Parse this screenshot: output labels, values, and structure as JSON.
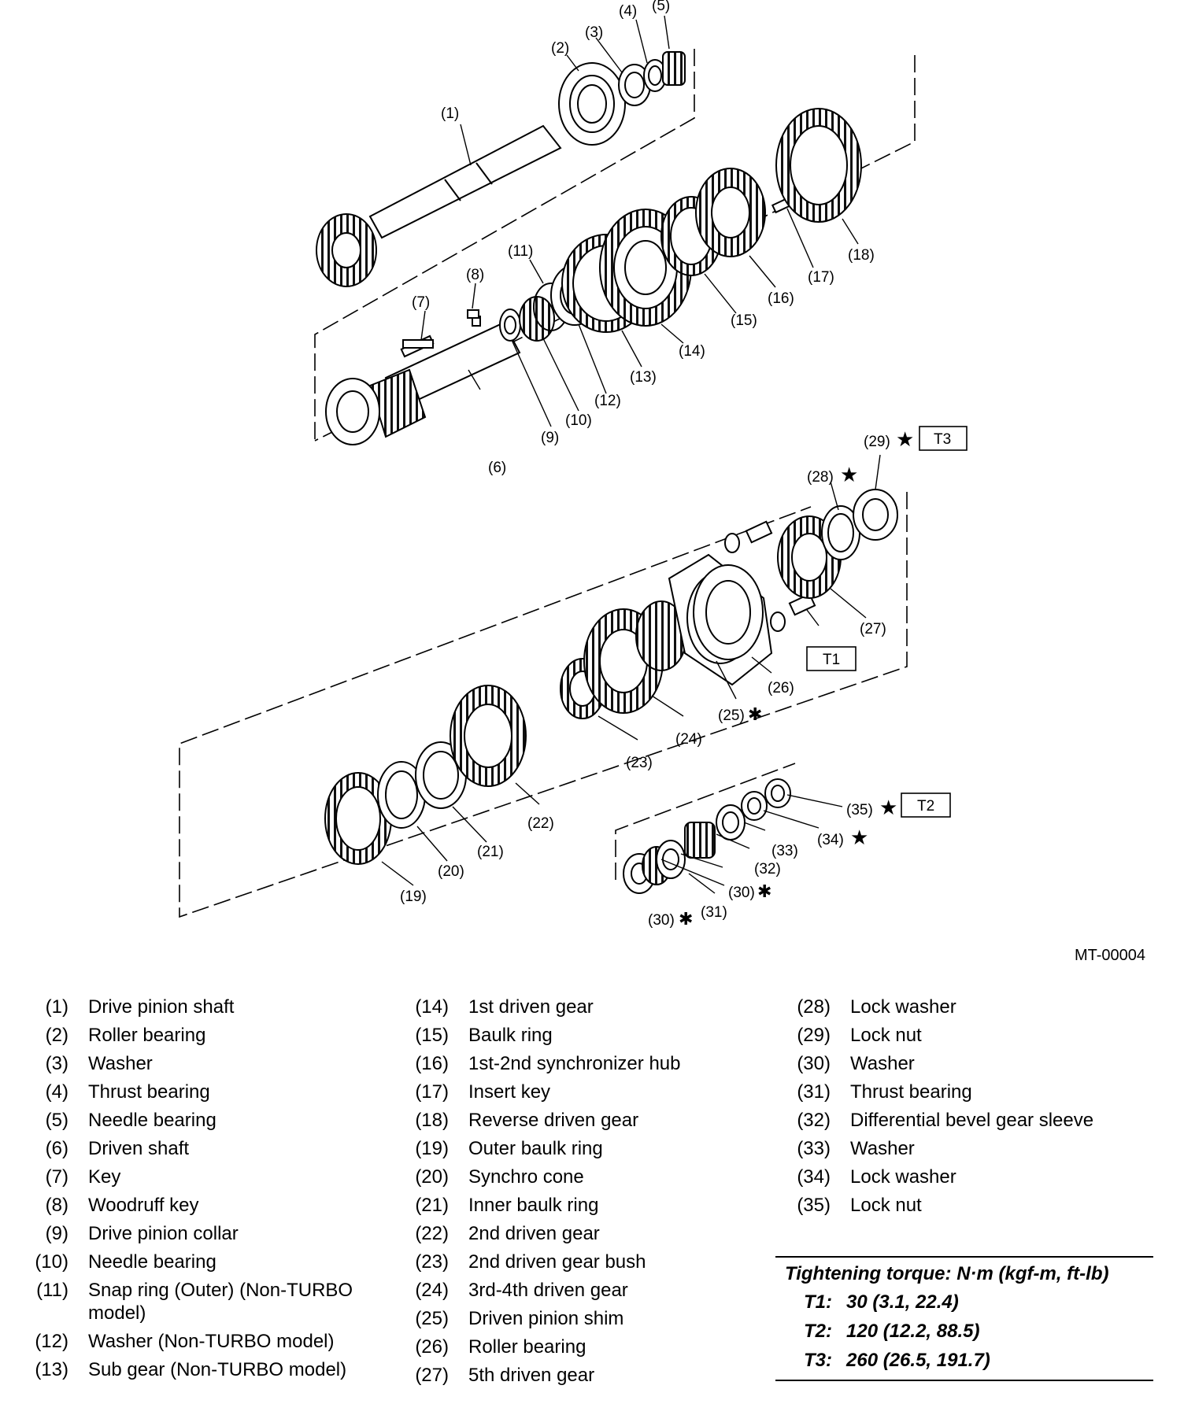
{
  "callouts": {
    "c1": "(1)",
    "c2": "(2)",
    "c3": "(3)",
    "c4": "(4)",
    "c5": "(5)",
    "c6": "(6)",
    "c7": "(7)",
    "c8": "(8)",
    "c9": "(9)",
    "c10": "(10)",
    "c11": "(11)",
    "c12": "(12)",
    "c13": "(13)",
    "c14": "(14)",
    "c15": "(15)",
    "c16": "(16)",
    "c17": "(17)",
    "c18": "(18)",
    "c19": "(19)",
    "c20": "(20)",
    "c21": "(21)",
    "c22": "(22)",
    "c23": "(23)",
    "c24": "(24)",
    "c25": "(25)",
    "c26": "(26)",
    "c27": "(27)",
    "c28": "(28)",
    "c29": "(29)",
    "c30a": "(30)",
    "c30b": "(30)",
    "c31": "(31)",
    "c32": "(32)",
    "c33": "(33)",
    "c34": "(34)",
    "c35": "(35)"
  },
  "torque_boxes": {
    "t1": "T1",
    "t2": "T2",
    "t3": "T3"
  },
  "diagram_code": "MT-00004",
  "parts": [
    {
      "num": "(1)",
      "name": "Drive pinion shaft"
    },
    {
      "num": "(2)",
      "name": "Roller bearing"
    },
    {
      "num": "(3)",
      "name": "Washer"
    },
    {
      "num": "(4)",
      "name": "Thrust bearing"
    },
    {
      "num": "(5)",
      "name": "Needle bearing"
    },
    {
      "num": "(6)",
      "name": "Driven shaft"
    },
    {
      "num": "(7)",
      "name": "Key"
    },
    {
      "num": "(8)",
      "name": "Woodruff key"
    },
    {
      "num": "(9)",
      "name": "Drive pinion collar"
    },
    {
      "num": "(10)",
      "name": "Needle bearing"
    },
    {
      "num": "(11)",
      "name": "Snap ring (Outer) (Non-TURBO model)"
    },
    {
      "num": "(12)",
      "name": "Washer (Non-TURBO model)"
    },
    {
      "num": "(13)",
      "name": "Sub gear (Non-TURBO model)"
    },
    {
      "num": "(14)",
      "name": "1st driven gear"
    },
    {
      "num": "(15)",
      "name": "Baulk ring"
    },
    {
      "num": "(16)",
      "name": "1st-2nd synchronizer hub"
    },
    {
      "num": "(17)",
      "name": "Insert key"
    },
    {
      "num": "(18)",
      "name": "Reverse driven gear"
    },
    {
      "num": "(19)",
      "name": "Outer baulk ring"
    },
    {
      "num": "(20)",
      "name": "Synchro cone"
    },
    {
      "num": "(21)",
      "name": "Inner baulk ring"
    },
    {
      "num": "(22)",
      "name": "2nd driven gear"
    },
    {
      "num": "(23)",
      "name": "2nd driven gear bush"
    },
    {
      "num": "(24)",
      "name": "3rd-4th driven gear"
    },
    {
      "num": "(25)",
      "name": "Driven pinion shim"
    },
    {
      "num": "(26)",
      "name": "Roller bearing"
    },
    {
      "num": "(27)",
      "name": "5th driven gear"
    },
    {
      "num": "(28)",
      "name": "Lock washer"
    },
    {
      "num": "(29)",
      "name": "Lock nut"
    },
    {
      "num": "(30)",
      "name": "Washer"
    },
    {
      "num": "(31)",
      "name": "Thrust bearing"
    },
    {
      "num": "(32)",
      "name": "Differential bevel gear sleeve"
    },
    {
      "num": "(33)",
      "name": "Washer"
    },
    {
      "num": "(34)",
      "name": "Lock washer"
    },
    {
      "num": "(35)",
      "name": "Lock nut"
    }
  ],
  "torque": {
    "title": "Tightening torque: N·m (kgf-m, ft-lb)",
    "rows": [
      {
        "key": "T1:",
        "value": "30 (3.1, 22.4)"
      },
      {
        "key": "T2:",
        "value": "120 (12.2, 88.5)"
      },
      {
        "key": "T3:",
        "value": "260 (26.5, 191.7)"
      }
    ]
  }
}
